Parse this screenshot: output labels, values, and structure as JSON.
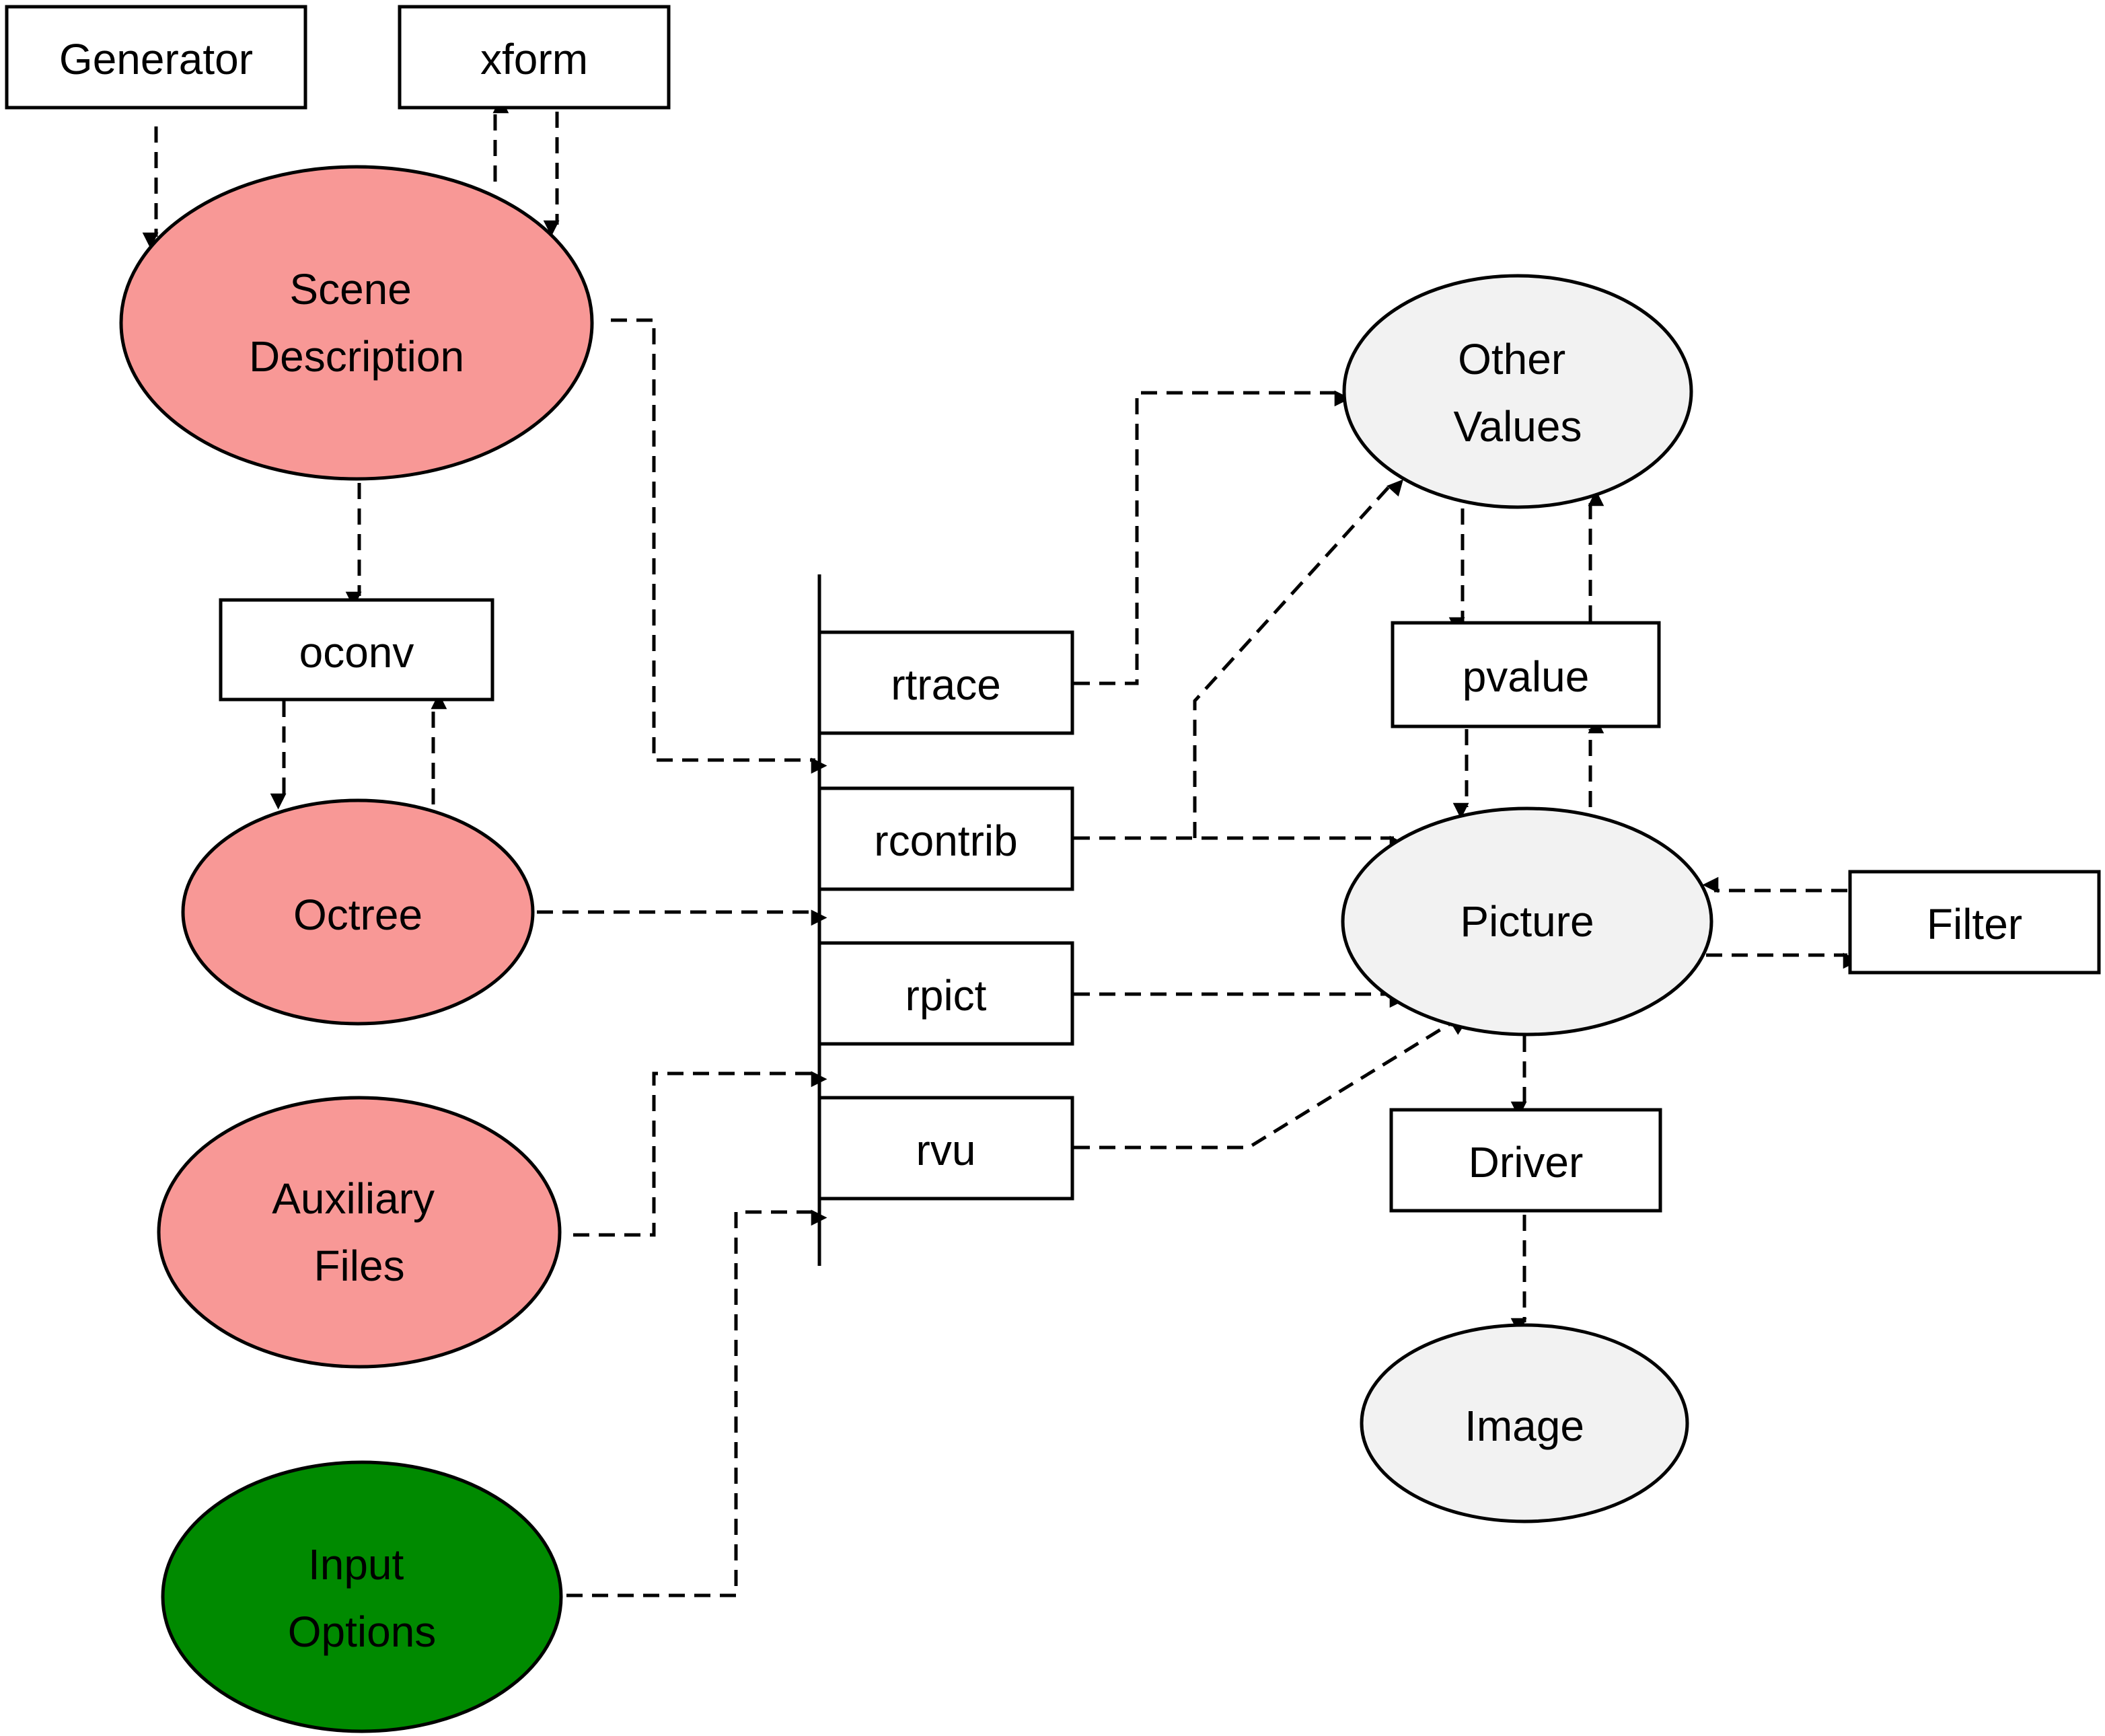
{
  "colors": {
    "input_file": "#f89896",
    "input_options": "#008a00",
    "output": "#f2f2f2"
  },
  "nodes": {
    "generator": "Generator",
    "xform": "xform",
    "scene_description": [
      "Scene",
      "Description"
    ],
    "oconv": "oconv",
    "octree": "Octree",
    "auxiliary_files": [
      "Auxiliary",
      "Files"
    ],
    "input_options": [
      "Input",
      "Options"
    ],
    "rtrace": "rtrace",
    "rcontrib": "rcontrib",
    "rpict": "rpict",
    "rvu": "rvu",
    "other_values": [
      "Other",
      "Values"
    ],
    "pvalue": "pvalue",
    "picture": "Picture",
    "filter": "Filter",
    "driver": "Driver",
    "image": "Image"
  }
}
